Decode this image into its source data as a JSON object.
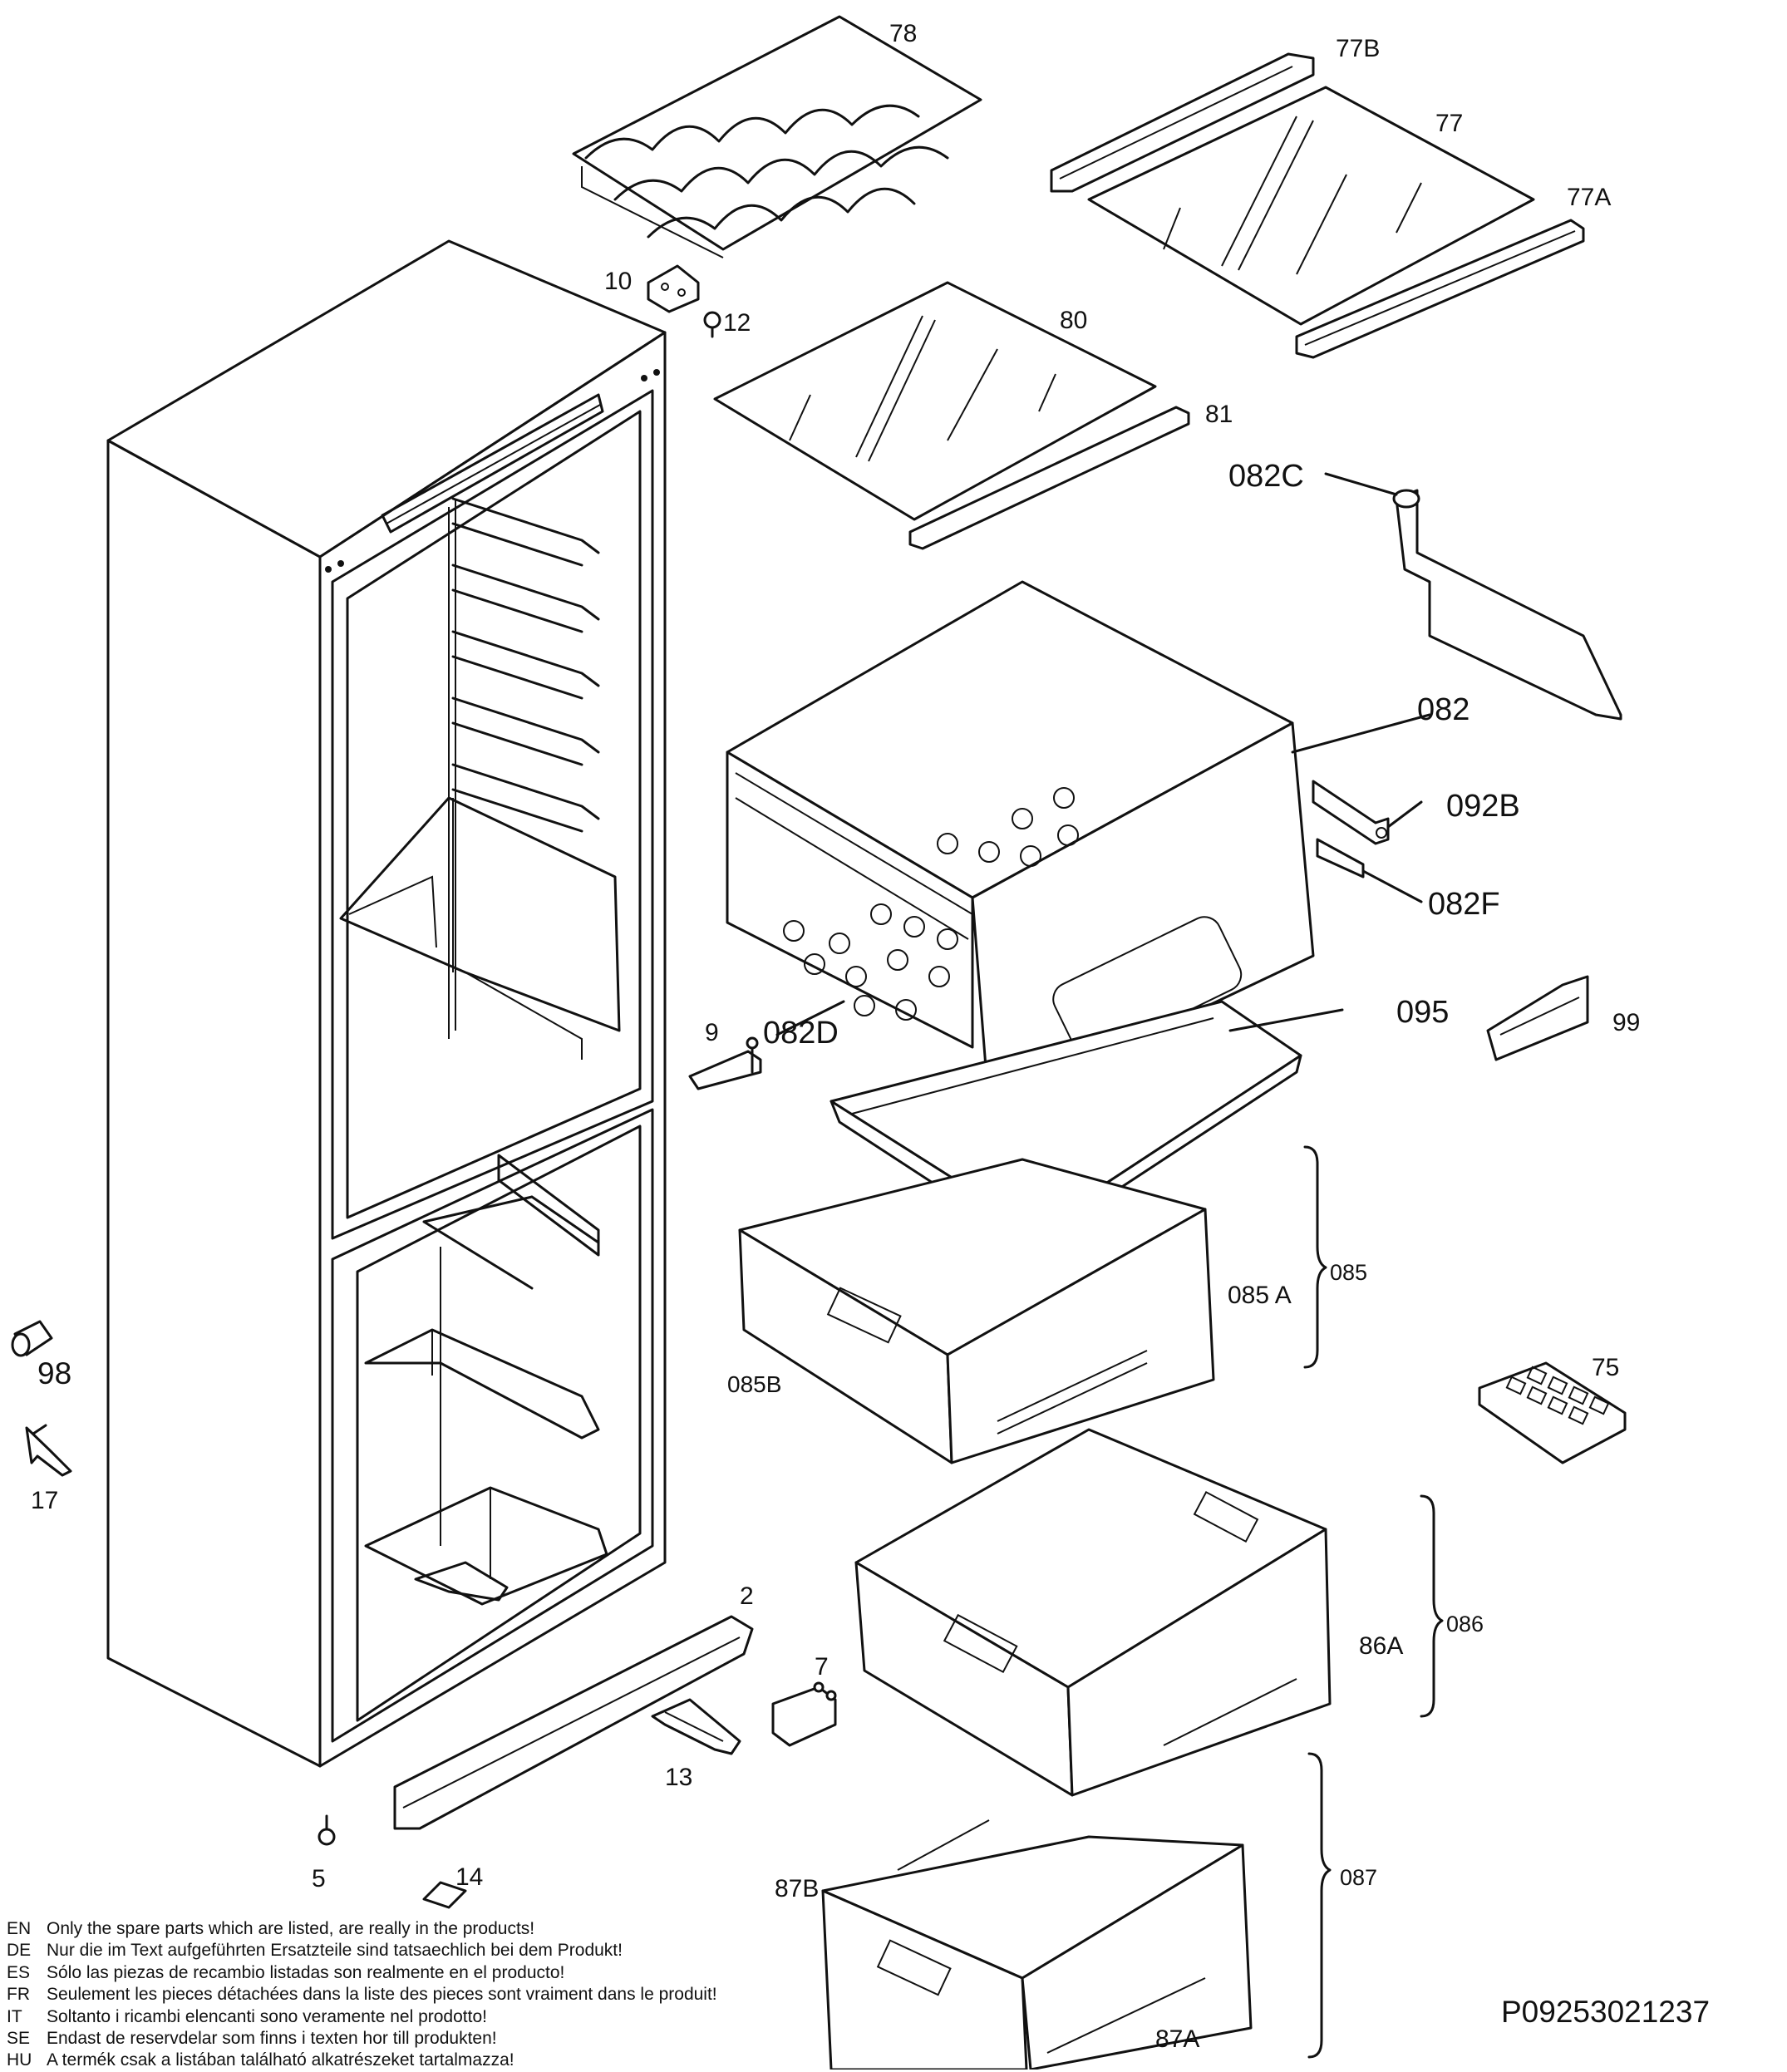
{
  "labels": {
    "p78": "78",
    "p77B": "77B",
    "p77": "77",
    "p77A": "77A",
    "p10": "10",
    "p12": "12",
    "p80": "80",
    "p81": "81",
    "p082C": "082C",
    "p082": "082",
    "p092B": "092B",
    "p082F": "082F",
    "p082D": "082D",
    "p9": "9",
    "p095": "095",
    "p99": "99",
    "p085": "085",
    "p085A": "085 A",
    "p085B": "085B",
    "p98": "98",
    "p17": "17",
    "p75": "75",
    "p086": "086",
    "p86A": "86A",
    "p2": "2",
    "p7": "7",
    "p13": "13",
    "p087": "087",
    "p87B": "87B",
    "p87A": "87A",
    "p5": "5",
    "p14": "14"
  },
  "footer": [
    {
      "code": "EN",
      "text": "Only the spare parts which are listed, are really in the products!"
    },
    {
      "code": "DE",
      "text": "Nur die im Text aufgeführten Ersatzteile sind tatsaechlich bei dem Produkt!"
    },
    {
      "code": "ES",
      "text": "Sólo las piezas de recambio  listadas son realmente en el producto!"
    },
    {
      "code": "FR",
      "text": "Seulement les pieces détachées dans la liste des pieces sont vraiment dans le produit!"
    },
    {
      "code": "IT",
      "text": " Soltanto i ricambi elencanti sono veramente nel prodotto!"
    },
    {
      "code": "SE",
      "text": "Endast de reservdelar som finns i texten hor till produkten!"
    },
    {
      "code": "HU",
      "text": "A termék csak a listában található alkatrészeket tartalmazza!"
    }
  ],
  "document_number": "P09253021237"
}
